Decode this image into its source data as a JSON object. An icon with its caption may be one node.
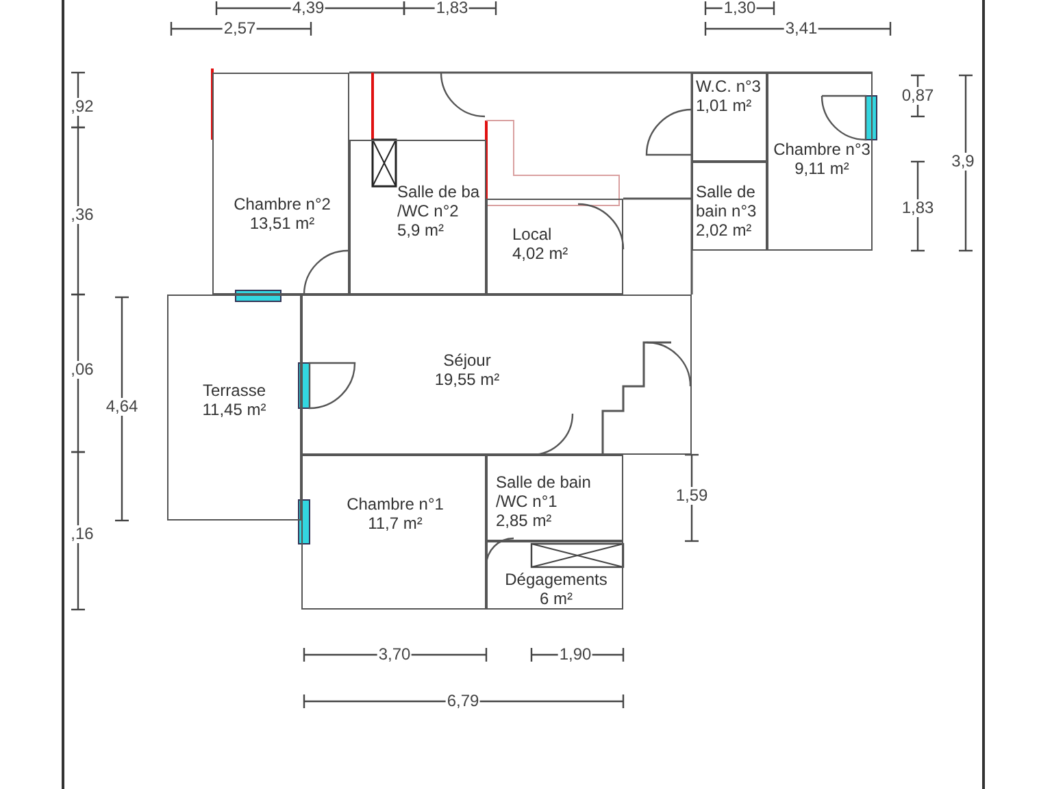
{
  "diagram": {
    "nodes": [
      {
        "text": [
          "Chambre n°2",
          "13,51 m²"
        ]
      },
      {
        "text": [
          "Salle de ba /WC n°2",
          "5,9 m²"
        ]
      },
      {
        "text": [
          "W.C. n°3",
          "1,01 m²"
        ]
      },
      {
        "text": [
          "Chambre n°3",
          "9,11 m²"
        ]
      },
      {
        "text": [
          "Salle de bain n°3",
          "2,02 m²"
        ]
      },
      {
        "text": [
          "Local",
          "4,02 m²"
        ]
      },
      {
        "text": [
          "Séjour",
          "19,55 m²"
        ]
      },
      {
        "text": [
          "Terrasse",
          "11,45 m²"
        ]
      },
      {
        "text": [
          "Chambre n°1",
          "11,7 m²"
        ]
      },
      {
        "text": [
          "Salle de bain /WC n°1",
          "2,85 m²"
        ]
      },
      {
        "text": [
          "Dégagements",
          "6 m²"
        ]
      }
    ],
    "labels": [
      "4,39",
      "1,83",
      "1,30",
      "2,57",
      "3,41",
      "0,87",
      ",92",
      "3,9",
      "1,83",
      ",36",
      "4,64",
      ",06",
      "1,59",
      ",16",
      "3,70",
      "1,90",
      "6,79"
    ]
  }
}
